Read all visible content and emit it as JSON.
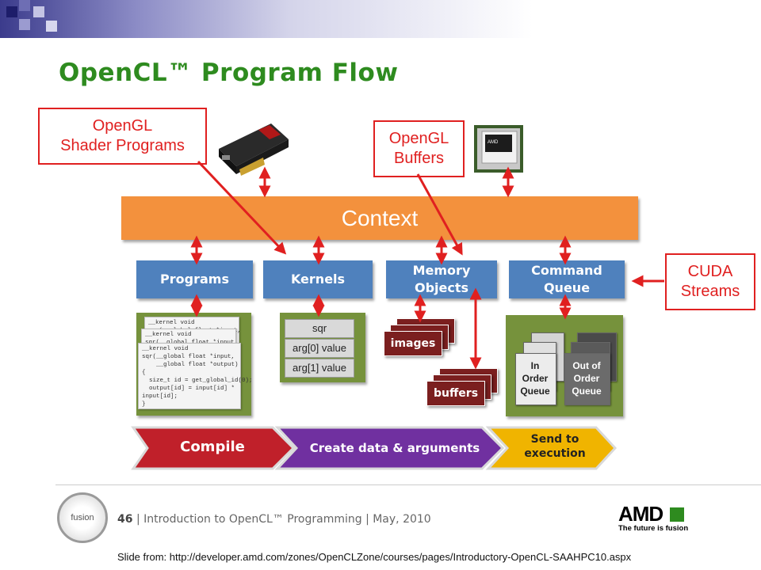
{
  "title": "OpenCL™ Program Flow",
  "callouts": {
    "shader": "OpenGL\nShader Programs",
    "buffers": "OpenGL\nBuffers",
    "cuda": "CUDA\nStreams"
  },
  "context": "Context",
  "objects": {
    "programs": "Programs",
    "kernels": "Kernels",
    "memory": "Memory\nObjects",
    "queue": "Command\nQueue"
  },
  "code": {
    "back1": "__kernel void\nsqr(__global float *input,",
    "back2": "__kernel void\nsqr(__global float *input,",
    "front": "__kernel void\nsqr(__global float *input,\n    __global float *output)\n{\n  size_t id = get_global_id(0);\n  output[id] = input[id] *\ninput[id];\n}"
  },
  "kernel_parts": [
    "sqr",
    "arg[0] value",
    "arg[1] value"
  ],
  "memory_items": {
    "images": "images",
    "buffers": "buffers"
  },
  "queues": {
    "in_order": "In\nOrder\nQueue",
    "out_of_order": "Out of\nOrder\nQueue"
  },
  "flow": {
    "compile": "Compile",
    "create": "Create data & arguments",
    "send": "Send to\nexecution"
  },
  "footer": {
    "page": "46",
    "text": "| Introduction to OpenCL™ Programming | May, 2010",
    "logo_text": "fusion",
    "amd": "AMD",
    "amd_tag": "The future is fusion",
    "slide_from": "Slide from:  http://developer.amd.com/zones/OpenCLZone/courses/pages/Introductory-OpenCL-SAAHPC10.aspx"
  },
  "colors": {
    "title_green": "#2e8b1f",
    "callout_red": "#e02020",
    "context_orange": "#f3913d",
    "object_blue": "#4f81bd",
    "panel_green": "#76923c",
    "maroon": "#7b1f1f",
    "compile_red": "#c0202a",
    "create_purple": "#7030a0",
    "send_yellow": "#f0b400"
  }
}
